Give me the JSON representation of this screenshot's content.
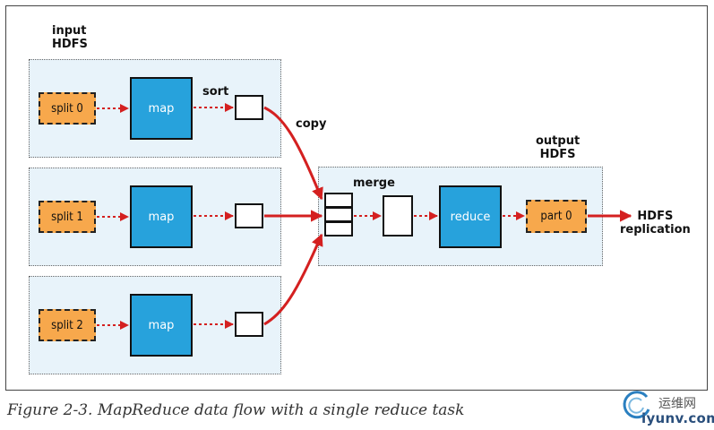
{
  "labels": {
    "input_hdfs": "input\nHDFS",
    "output_hdfs": "output\nHDFS",
    "sort": "sort",
    "copy": "copy",
    "merge": "merge",
    "hdfs_replication": "HDFS\nreplication"
  },
  "splits": [
    "split 0",
    "split 1",
    "split 2"
  ],
  "map_label": "map",
  "reduce_label": "reduce",
  "part_label": "part 0",
  "caption": "Figure 2-3. MapReduce data flow with a single reduce task",
  "watermark": {
    "cn": "运维网",
    "url": "iyunv.com"
  },
  "colors": {
    "split": "#f7a84c",
    "process": "#27a2dc",
    "group_bg": "#e8f3fa",
    "arrow": "#d42020"
  }
}
